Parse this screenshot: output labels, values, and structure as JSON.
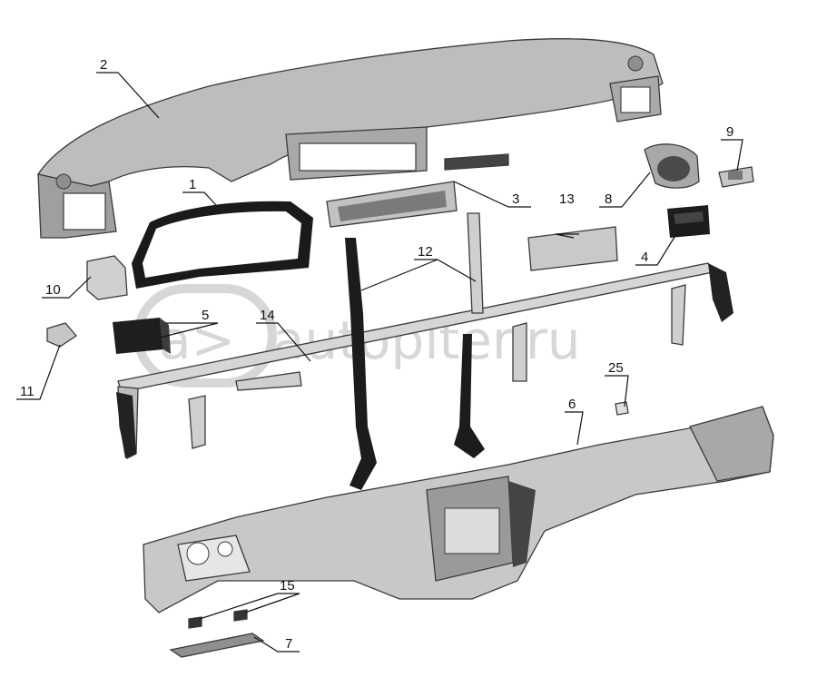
{
  "watermark": {
    "text": "autopiter.ru"
  },
  "callouts": [
    {
      "id": "1",
      "label": "1"
    },
    {
      "id": "2",
      "label": "2"
    },
    {
      "id": "3",
      "label": "3"
    },
    {
      "id": "4",
      "label": "4"
    },
    {
      "id": "5",
      "label": "5"
    },
    {
      "id": "6",
      "label": "6"
    },
    {
      "id": "7",
      "label": "7"
    },
    {
      "id": "8",
      "label": "8"
    },
    {
      "id": "9",
      "label": "9"
    },
    {
      "id": "10",
      "label": "10"
    },
    {
      "id": "11",
      "label": "11"
    },
    {
      "id": "12",
      "label": "12"
    },
    {
      "id": "13",
      "label": "13"
    },
    {
      "id": "14",
      "label": "14"
    },
    {
      "id": "15",
      "label": "15"
    },
    {
      "id": "25",
      "label": "25"
    }
  ],
  "colors": {
    "part_light": "#cfcfcf",
    "part_mid": "#b3b3b3",
    "part_dark": "#1e1e1e",
    "line": "#111111",
    "watermark": "#d7d7d7"
  }
}
